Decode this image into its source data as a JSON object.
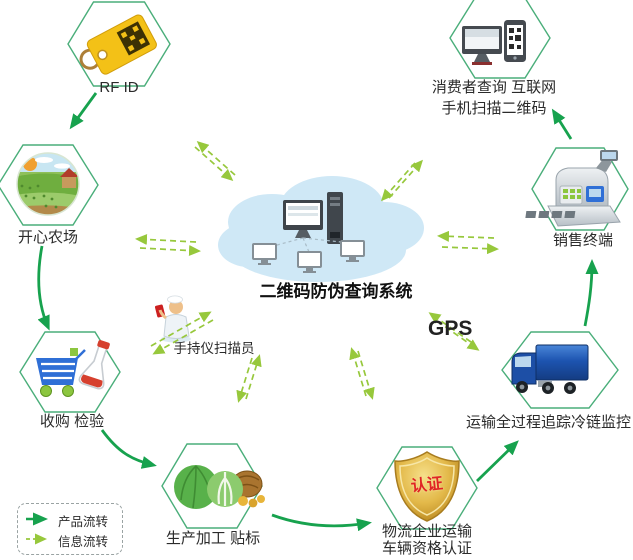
{
  "diagram": {
    "title": "二维码防伪查询系统",
    "nodes": {
      "rfid": {
        "label": "RF ID"
      },
      "farm": {
        "label": "开心农场"
      },
      "purchase": {
        "label": "收购 检验"
      },
      "production": {
        "label": "生产加工 贴标"
      },
      "logistics": {
        "line1": "物流企业运输",
        "line2": "车辆资格认证",
        "badge": "认证"
      },
      "transport": {
        "label": "运输全过程追踪冷链监控"
      },
      "pos": {
        "label": "销售终端"
      },
      "consumer": {
        "line1": "消费者查询 互联网",
        "line2": "手机扫描二维码"
      }
    },
    "annotations": {
      "scanner_operator": "手持仪扫描员",
      "gps": "GPS"
    },
    "legend": {
      "product_flow": "产品流转",
      "info_flow": "信息流转"
    },
    "colors": {
      "product_flow_arrow": "#17a24e",
      "info_flow_arrow": "#97c83c",
      "hexagon_border": "#4aae7a",
      "cloud_fill": "#cfe8f6",
      "badge_text": "#e02525"
    }
  }
}
